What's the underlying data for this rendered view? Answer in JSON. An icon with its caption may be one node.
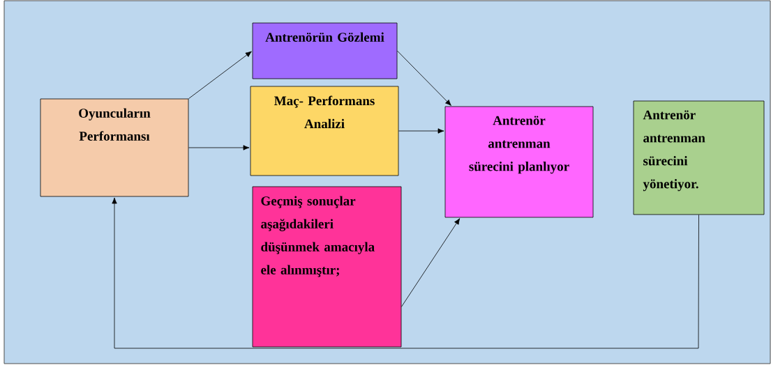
{
  "diagram": {
    "nodes": [
      {
        "text": [
          "Oyuncuların Performansı"
        ]
      },
      {
        "text": [
          "Antrenörün Gözlemi"
        ]
      },
      {
        "text": [
          "Maç- Performans Analizi"
        ]
      },
      {
        "text": [
          "Geçmiş sonuçlar aşağıdakileri düşünmek amacıyla ele alınmıştır;"
        ]
      },
      {
        "text": [
          "Antrenör antrenman sürecini planlıyor"
        ]
      },
      {
        "text": [
          "Antrenör antrenman sürecini yönetiyor."
        ]
      }
    ],
    "edges": [
      {
        "from": 0,
        "to": 1,
        "arrow": "to"
      },
      {
        "from": 0,
        "to": 2,
        "arrow": "to"
      },
      {
        "from": 1,
        "to": 4,
        "arrow": "to"
      },
      {
        "from": 2,
        "to": 4,
        "arrow": "to"
      },
      {
        "from": 3,
        "to": 4,
        "arrow": "to"
      },
      {
        "from": 5,
        "to": 0,
        "arrow": "to"
      }
    ]
  }
}
